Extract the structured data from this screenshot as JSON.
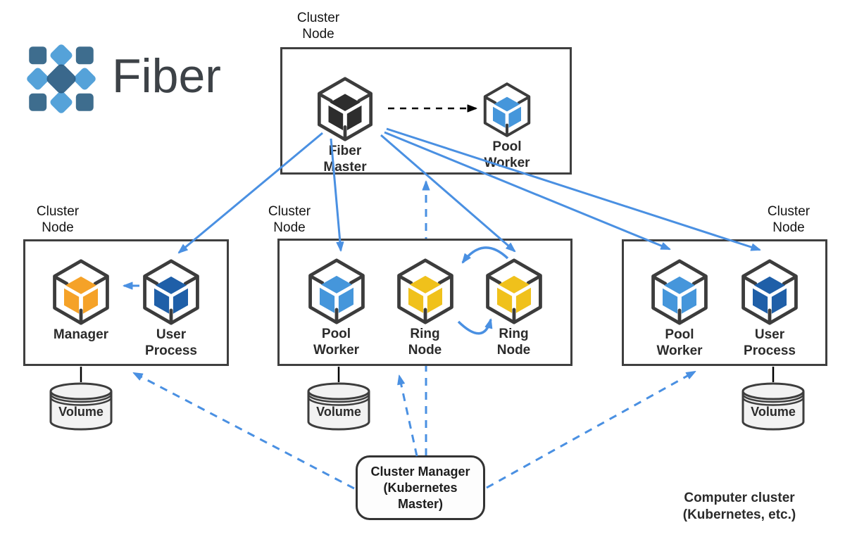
{
  "logo": {
    "text": "Fiber"
  },
  "cluster_boxes": [
    {
      "id": "top-cluster-box",
      "label": "Cluster\nNode",
      "nodes": [
        {
          "id": "fiber-master",
          "label": "Fiber\nMaster",
          "color_key": "fiber_master"
        },
        {
          "id": "pool-worker-top",
          "label": "Pool\nWorker",
          "color_key": "pool_worker"
        }
      ]
    },
    {
      "id": "left-cluster-box",
      "label": "Cluster\nNode",
      "nodes": [
        {
          "id": "manager",
          "label": "Manager",
          "color_key": "manager"
        },
        {
          "id": "user-process-left",
          "label": "User\nProcess",
          "color_key": "user_process"
        }
      ]
    },
    {
      "id": "middle-cluster-box",
      "label": "Cluster\nNode",
      "nodes": [
        {
          "id": "pool-worker-middle",
          "label": "Pool\nWorker",
          "color_key": "pool_worker"
        },
        {
          "id": "ring-node-1",
          "label": "Ring\nNode",
          "color_key": "ring_node"
        },
        {
          "id": "ring-node-2",
          "label": "Ring\nNode",
          "color_key": "ring_node"
        }
      ]
    },
    {
      "id": "right-cluster-box",
      "label": "Cluster\nNode",
      "nodes": [
        {
          "id": "pool-worker-right",
          "label": "Pool\nWorker",
          "color_key": "pool_worker"
        },
        {
          "id": "user-process-right",
          "label": "User\nProcess",
          "color_key": "user_process"
        }
      ]
    }
  ],
  "volumes": [
    {
      "id": "volume-left",
      "label": "Volume"
    },
    {
      "id": "volume-middle",
      "label": "Volume"
    },
    {
      "id": "volume-right",
      "label": "Volume"
    }
  ],
  "cluster_manager": {
    "label": "Cluster Manager\n(Kubernetes\nMaster)"
  },
  "caption": {
    "label": "Computer cluster\n(Kubernetes, etc.)"
  },
  "edges": [
    {
      "from": "fiber-master",
      "to": "pool-worker-top",
      "style": "dashed-black"
    },
    {
      "from": "fiber-master",
      "to": "user-process-left",
      "style": "solid-blue"
    },
    {
      "from": "fiber-master",
      "to": "pool-worker-middle",
      "style": "solid-blue"
    },
    {
      "from": "fiber-master",
      "to": "ring-node-2",
      "style": "solid-blue"
    },
    {
      "from": "fiber-master",
      "to": "pool-worker-right",
      "style": "solid-blue"
    },
    {
      "from": "fiber-master",
      "to": "user-process-right",
      "style": "solid-blue"
    },
    {
      "from": "user-process-left",
      "to": "manager",
      "style": "solid-blue"
    },
    {
      "from": "ring-node-2",
      "to": "ring-node-1",
      "style": "curved-blue"
    },
    {
      "from": "ring-node-1",
      "to": "ring-node-2",
      "style": "curved-blue"
    },
    {
      "from": "cluster-manager",
      "to": "top-cluster-box",
      "style": "dashed-blue"
    },
    {
      "from": "cluster-manager",
      "to": "left-cluster-box",
      "style": "dashed-blue"
    },
    {
      "from": "cluster-manager",
      "to": "middle-cluster-box",
      "style": "dashed-blue"
    },
    {
      "from": "cluster-manager",
      "to": "right-cluster-box",
      "style": "dashed-blue"
    },
    {
      "from": "left-cluster-box",
      "to": "volume-left",
      "style": "line-black"
    },
    {
      "from": "middle-cluster-box",
      "to": "volume-middle",
      "style": "line-black"
    },
    {
      "from": "right-cluster-box",
      "to": "volume-right",
      "style": "line-black"
    }
  ],
  "colors": {
    "arrow_blue": "#4a90e2",
    "cube_outline": "#3c3c3c",
    "fiber_master": "#2d2d2d",
    "pool_worker": "#4596db",
    "user_process": "#1f5fa8",
    "manager": "#f5a228",
    "ring_node": "#f0c11b",
    "logo_corner": "#3e6d8e",
    "logo_edge": "#55a2d9",
    "logo_center": "#2c5d84"
  }
}
